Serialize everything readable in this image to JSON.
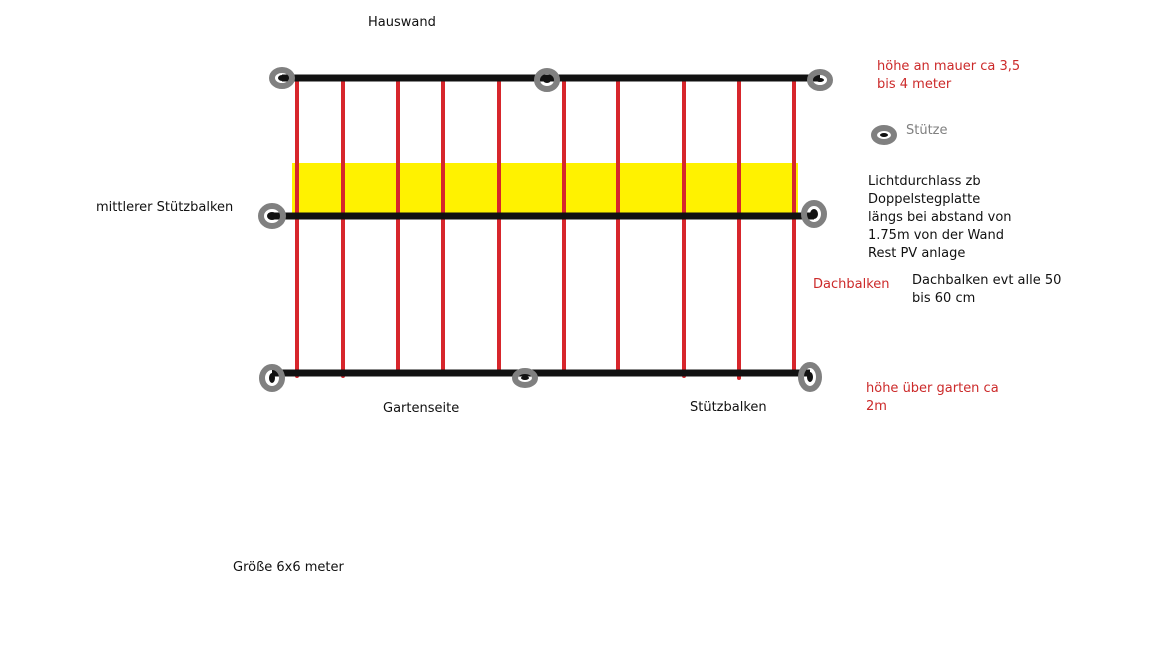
{
  "labels": {
    "hauswand": "Hauswand",
    "mittlerer": "mittlerer Stützbalken",
    "gartenseite": "Gartenseite",
    "stuetzbalken": "Stützbalken",
    "groesse": "Größe 6x6 meter",
    "hoehe_mauer_1": "höhe an mauer ca 3,5",
    "hoehe_mauer_2": "bis 4 meter",
    "stuetze": "Stütze",
    "licht_1": "Lichtdurchlass zb",
    "licht_2": "Doppelstegplatte",
    "licht_3": "längs bei abstand von",
    "licht_4": "1.75m von der Wand",
    "licht_5": "Rest PV anlage",
    "dachbalken": "Dachbalken",
    "dach_abstand_1": "Dachbalken evt alle 50",
    "dach_abstand_2": "bis 60 cm",
    "hoehe_garten_1": "höhe über garten ca",
    "hoehe_garten_2": "2m"
  },
  "colors": {
    "beam": "#111111",
    "rafter": "#d7262c",
    "skylight": "#fff200",
    "post": "#808080",
    "red_text": "#cc2a2a",
    "gray_text": "#808080"
  },
  "icons": {
    "post": "post-circle-icon"
  }
}
